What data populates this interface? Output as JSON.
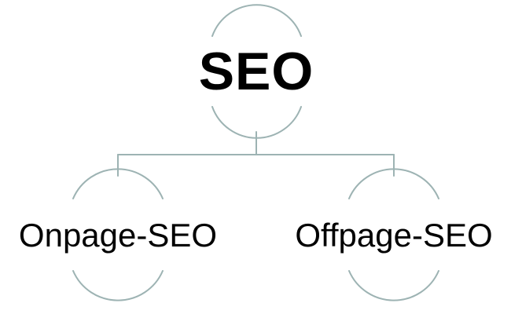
{
  "diagram": {
    "root": {
      "label": "SEO"
    },
    "children": [
      {
        "label": "Onpage-SEO"
      },
      {
        "label": "Offpage-SEO"
      }
    ],
    "colors": {
      "line": "#9db3b3",
      "text": "#000000",
      "background": "#ffffff"
    }
  }
}
